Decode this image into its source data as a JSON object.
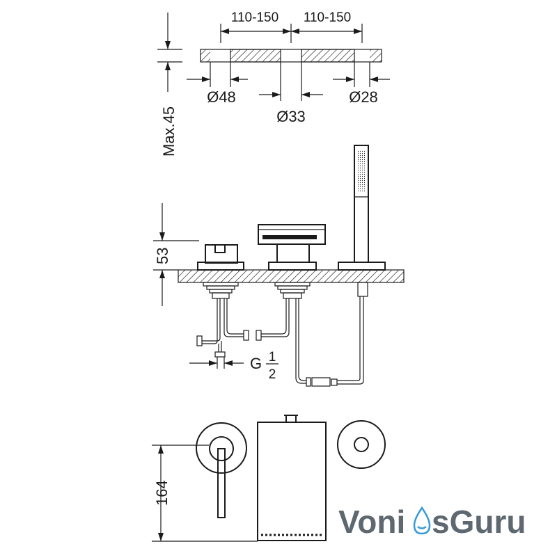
{
  "dimensions": {
    "spacing_left": "110-150",
    "spacing_right": "110-150",
    "dia_left": "Ø48",
    "dia_center": "Ø33",
    "dia_right": "Ø28",
    "max_thickness": "Max.45",
    "height_53": "53",
    "thread_prefix": "G",
    "thread_num": "1",
    "thread_den": "2",
    "height_164": "164"
  },
  "watermark": {
    "part1": "Voni",
    "part2": "sGuru",
    "brand_color": "#5e6870",
    "drop_color": "#3a9ad9"
  }
}
